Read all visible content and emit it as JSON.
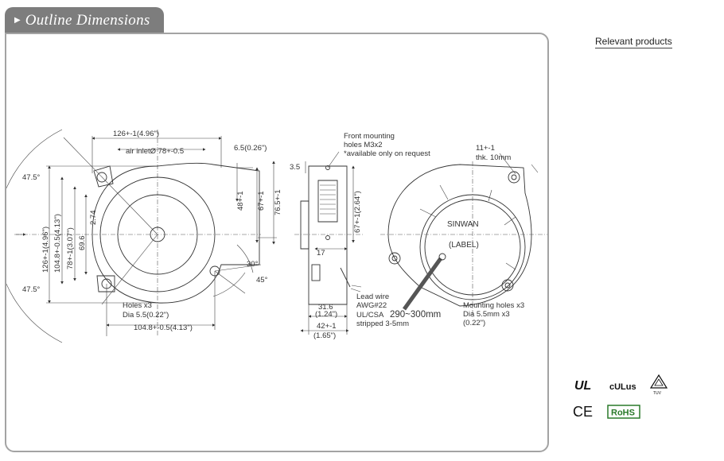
{
  "header": {
    "title": "Outline Dimensions"
  },
  "sidebar": {
    "relevant_products": "Relevant products"
  },
  "diagram": {
    "front": {
      "width_total": "126+-1(4.96\")",
      "air_inlet": "air inletØ 78+-0.5",
      "outlet_offset": "6.5(0.26\")",
      "outlet_48": "48+-1",
      "outlet_67": "67+-1",
      "outlet_76": "76.5+-1",
      "angle_top": "47.5°",
      "angle_bottom": "47.5°",
      "height_126": "126+-1(4.96\")",
      "height_104": "104.8+-0.5(4.13\")",
      "height_78": "78+-1(3.07\")",
      "dim_69": "69.6",
      "dim_274": "2.74",
      "angle_30": "30°",
      "angle_45": "45°",
      "holes_line1": "Holes x3",
      "holes_line2": "Dia 5.5(0.22\")",
      "bottom_width": "104.8+-0.5(4.13\")"
    },
    "side": {
      "front_mount_1": "Front mounting",
      "front_mount_2": "holes M3x2",
      "front_mount_3": "*available only on request",
      "dim_35": "3.5",
      "dim_67": "67+-1(2.64\")",
      "dim_17": "17",
      "dim_316": "31.6",
      "dim_316_in": "(1.24\")",
      "dim_42": "42+-1",
      "dim_42_in": "(1.65\")"
    },
    "rear": {
      "thk_1": "11+-1",
      "thk_2": "thk. 10mm",
      "label_brand": "SINWAN",
      "label_text": "(LABEL)",
      "lead_1": "Lead wire",
      "lead_2": "AWG#22",
      "lead_3a": "UL/CSA",
      "lead_3b": "290~300mm",
      "lead_4": "stripped 3-5mm",
      "mount_1": "Mounting holes x3",
      "mount_2": "Dia 5.5mm x3",
      "mount_3": "(0.22\")"
    }
  },
  "certifications": {
    "ul": "UL",
    "cul": "cULus",
    "tuv": "TUV",
    "ce": "CE",
    "rohs": "RoHS"
  }
}
